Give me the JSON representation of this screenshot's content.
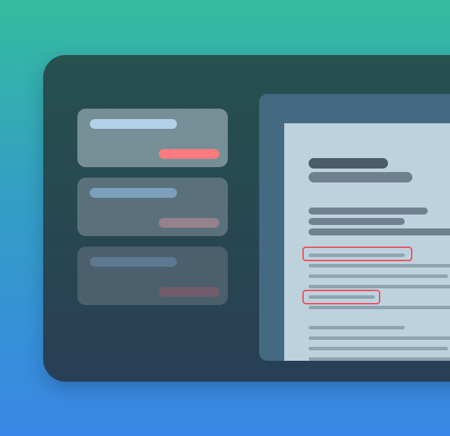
{
  "colors": {
    "background_top": "#35bb9e",
    "background_bottom": "#3a86e6",
    "window": "#283f55",
    "card_active": "#768f97",
    "tag_active": "#fc7b7f",
    "highlight": "#ef4f5b",
    "document": "#bed2dd"
  },
  "sidebar": {
    "cards": [
      {
        "state": "selected"
      },
      {
        "state": "default"
      },
      {
        "state": "default"
      }
    ]
  },
  "document": {
    "highlights": 2
  }
}
